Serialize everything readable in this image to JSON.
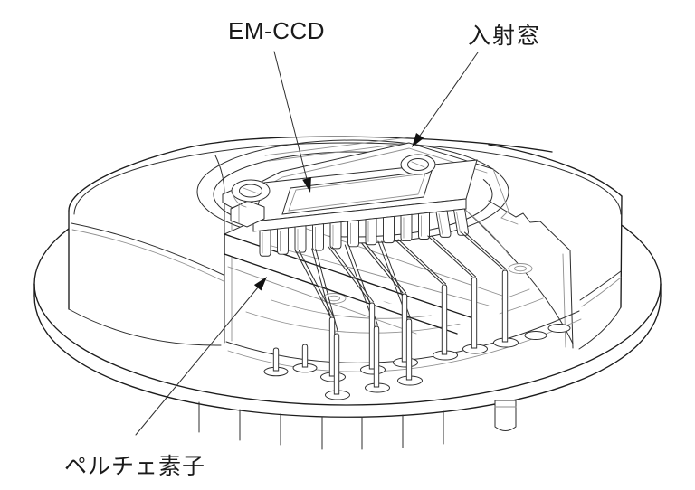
{
  "diagram": {
    "type": "technical-cutaway-illustration",
    "subject": "EM-CCD sensor package cutaway",
    "labels": {
      "em_ccd": "EM-CCD",
      "entrance_window": "入射窓",
      "peltier_element": "ペルチェ素子"
    },
    "colors": {
      "background": "#ffffff",
      "line": "#1c1c1c",
      "line_light": "#8f8f8f",
      "arrow_fill": "#111111",
      "text": "#1a1a1a"
    }
  }
}
